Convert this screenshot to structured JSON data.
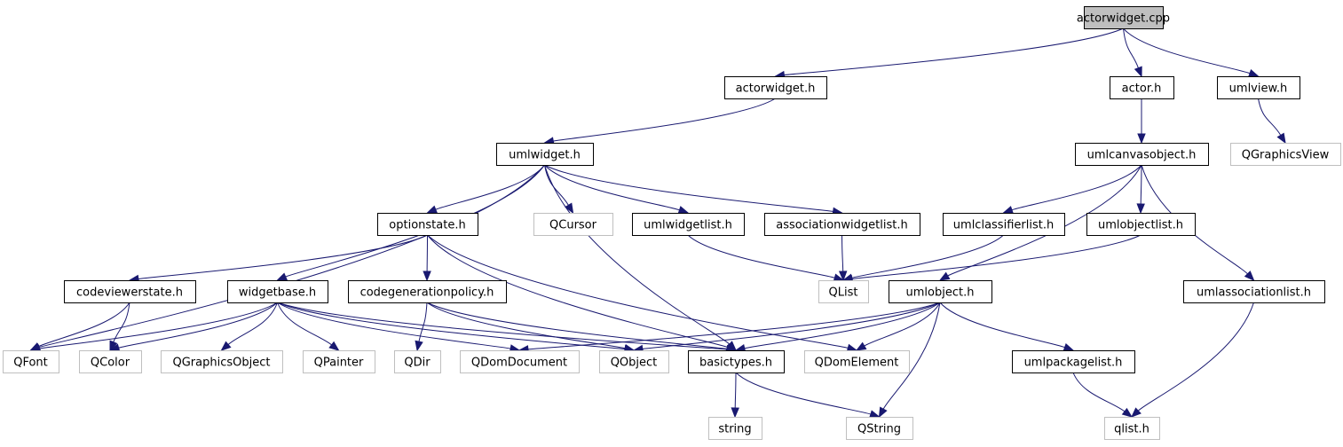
{
  "diagram": {
    "title": "actorwidget.cpp include dependency graph",
    "colors": {
      "edge": "#191970",
      "root_fill": "#bfbfbf",
      "external_border": "#bfbfbf",
      "internal_border": "#000000"
    },
    "nodes": [
      {
        "id": "actorwidget_cpp",
        "label": "actorwidget.cpp",
        "kind": "root"
      },
      {
        "id": "actorwidget_h",
        "label": "actorwidget.h",
        "kind": "internal"
      },
      {
        "id": "actor_h",
        "label": "actor.h",
        "kind": "internal"
      },
      {
        "id": "umlview_h",
        "label": "umlview.h",
        "kind": "internal"
      },
      {
        "id": "umlwidget_h",
        "label": "umlwidget.h",
        "kind": "internal"
      },
      {
        "id": "umlcanvasobject_h",
        "label": "umlcanvasobject.h",
        "kind": "internal"
      },
      {
        "id": "QGraphicsView",
        "label": "QGraphicsView",
        "kind": "external"
      },
      {
        "id": "optionstate_h",
        "label": "optionstate.h",
        "kind": "internal"
      },
      {
        "id": "QCursor",
        "label": "QCursor",
        "kind": "external"
      },
      {
        "id": "umlwidgetlist_h",
        "label": "umlwidgetlist.h",
        "kind": "internal"
      },
      {
        "id": "associationwidgetlist_h",
        "label": "associationwidgetlist.h",
        "kind": "internal"
      },
      {
        "id": "umlclassifierlist_h",
        "label": "umlclassifierlist.h",
        "kind": "internal"
      },
      {
        "id": "umlobjectlist_h",
        "label": "umlobjectlist.h",
        "kind": "internal"
      },
      {
        "id": "codeviewerstate_h",
        "label": "codeviewerstate.h",
        "kind": "internal"
      },
      {
        "id": "widgetbase_h",
        "label": "widgetbase.h",
        "kind": "internal"
      },
      {
        "id": "codegenerationpolicy_h",
        "label": "codegenerationpolicy.h",
        "kind": "internal"
      },
      {
        "id": "QList",
        "label": "QList",
        "kind": "external"
      },
      {
        "id": "umlobject_h",
        "label": "umlobject.h",
        "kind": "internal"
      },
      {
        "id": "umlassociationlist_h",
        "label": "umlassociationlist.h",
        "kind": "internal"
      },
      {
        "id": "QFont",
        "label": "QFont",
        "kind": "external"
      },
      {
        "id": "QColor",
        "label": "QColor",
        "kind": "external"
      },
      {
        "id": "QGraphicsObject",
        "label": "QGraphicsObject",
        "kind": "external"
      },
      {
        "id": "QPainter",
        "label": "QPainter",
        "kind": "external"
      },
      {
        "id": "QDir",
        "label": "QDir",
        "kind": "external"
      },
      {
        "id": "QDomDocument",
        "label": "QDomDocument",
        "kind": "external"
      },
      {
        "id": "QObject",
        "label": "QObject",
        "kind": "external"
      },
      {
        "id": "basictypes_h",
        "label": "basictypes.h",
        "kind": "internal"
      },
      {
        "id": "QDomElement",
        "label": "QDomElement",
        "kind": "external"
      },
      {
        "id": "umlpackagelist_h",
        "label": "umlpackagelist.h",
        "kind": "internal"
      },
      {
        "id": "string",
        "label": "string",
        "kind": "external"
      },
      {
        "id": "QString",
        "label": "QString",
        "kind": "external"
      },
      {
        "id": "qlist_h",
        "label": "qlist.h",
        "kind": "external"
      }
    ],
    "edges": [
      {
        "from": "actorwidget_cpp",
        "to": "actorwidget_h"
      },
      {
        "from": "actorwidget_cpp",
        "to": "actor_h"
      },
      {
        "from": "actorwidget_cpp",
        "to": "umlview_h"
      },
      {
        "from": "actorwidget_h",
        "to": "umlwidget_h"
      },
      {
        "from": "actor_h",
        "to": "umlcanvasobject_h"
      },
      {
        "from": "umlview_h",
        "to": "QGraphicsView"
      },
      {
        "from": "umlwidget_h",
        "to": "optionstate_h"
      },
      {
        "from": "umlwidget_h",
        "to": "QCursor"
      },
      {
        "from": "umlwidget_h",
        "to": "umlwidgetlist_h"
      },
      {
        "from": "umlwidget_h",
        "to": "associationwidgetlist_h"
      },
      {
        "from": "umlwidget_h",
        "to": "widgetbase_h"
      },
      {
        "from": "umlwidget_h",
        "to": "QFont"
      },
      {
        "from": "umlwidget_h",
        "to": "basictypes_h"
      },
      {
        "from": "umlcanvasobject_h",
        "to": "umlclassifierlist_h"
      },
      {
        "from": "umlcanvasobject_h",
        "to": "umlobjectlist_h"
      },
      {
        "from": "umlcanvasobject_h",
        "to": "umlobject_h"
      },
      {
        "from": "umlcanvasobject_h",
        "to": "umlassociationlist_h"
      },
      {
        "from": "optionstate_h",
        "to": "codeviewerstate_h"
      },
      {
        "from": "optionstate_h",
        "to": "codegenerationpolicy_h"
      },
      {
        "from": "optionstate_h",
        "to": "basictypes_h"
      },
      {
        "from": "optionstate_h",
        "to": "QDomElement"
      },
      {
        "from": "umlwidgetlist_h",
        "to": "QList"
      },
      {
        "from": "associationwidgetlist_h",
        "to": "QList"
      },
      {
        "from": "umlclassifierlist_h",
        "to": "QList"
      },
      {
        "from": "umlobjectlist_h",
        "to": "QList"
      },
      {
        "from": "codeviewerstate_h",
        "to": "QFont"
      },
      {
        "from": "codeviewerstate_h",
        "to": "QColor"
      },
      {
        "from": "widgetbase_h",
        "to": "QFont"
      },
      {
        "from": "widgetbase_h",
        "to": "QColor"
      },
      {
        "from": "widgetbase_h",
        "to": "QGraphicsObject"
      },
      {
        "from": "widgetbase_h",
        "to": "QPainter"
      },
      {
        "from": "widgetbase_h",
        "to": "QDomDocument"
      },
      {
        "from": "widgetbase_h",
        "to": "QObject"
      },
      {
        "from": "widgetbase_h",
        "to": "basictypes_h"
      },
      {
        "from": "codegenerationpolicy_h",
        "to": "QDir"
      },
      {
        "from": "codegenerationpolicy_h",
        "to": "QObject"
      },
      {
        "from": "codegenerationpolicy_h",
        "to": "basictypes_h"
      },
      {
        "from": "umlobject_h",
        "to": "QDomDocument"
      },
      {
        "from": "umlobject_h",
        "to": "QObject"
      },
      {
        "from": "umlobject_h",
        "to": "basictypes_h"
      },
      {
        "from": "umlobject_h",
        "to": "QDomElement"
      },
      {
        "from": "umlobject_h",
        "to": "umlpackagelist_h"
      },
      {
        "from": "umlobject_h",
        "to": "QString"
      },
      {
        "from": "umlassociationlist_h",
        "to": "qlist_h"
      },
      {
        "from": "basictypes_h",
        "to": "string"
      },
      {
        "from": "basictypes_h",
        "to": "QString"
      },
      {
        "from": "umlpackagelist_h",
        "to": "qlist_h"
      }
    ]
  }
}
